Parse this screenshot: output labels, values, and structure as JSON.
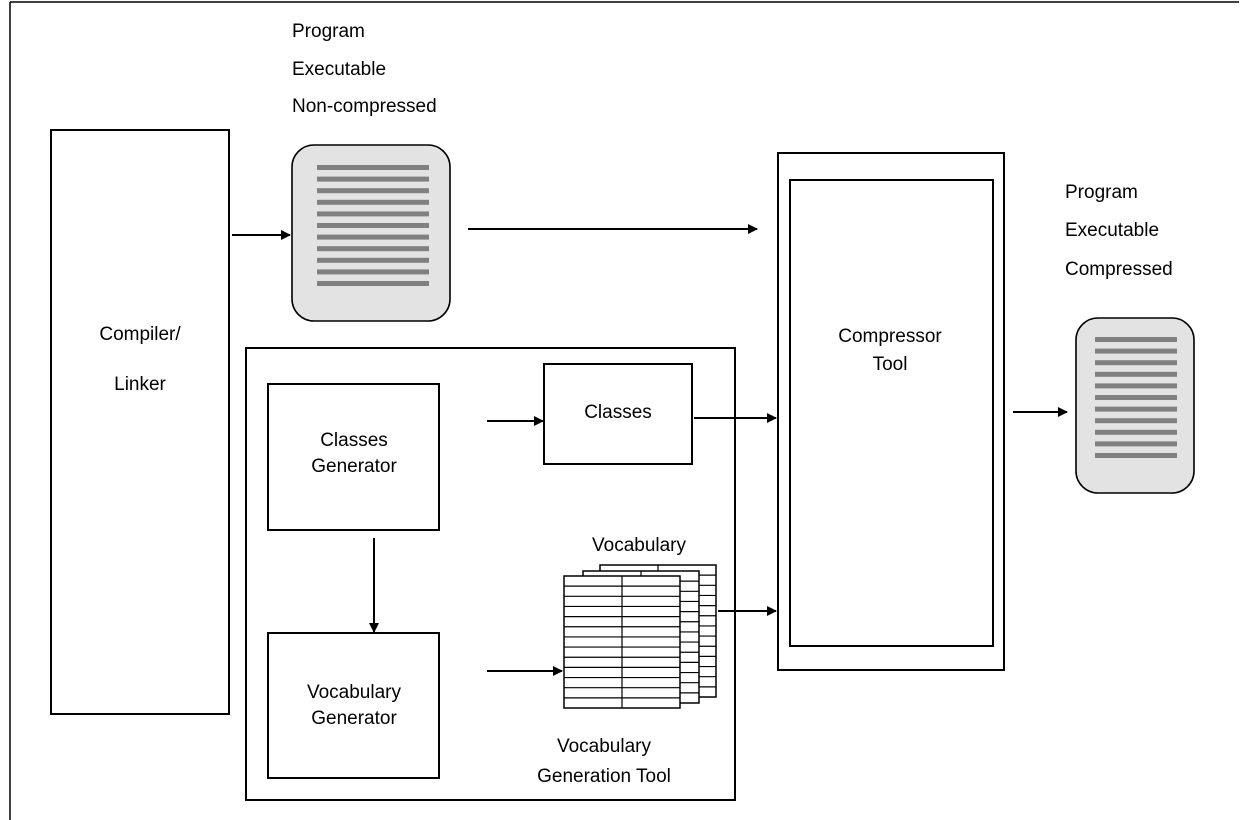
{
  "labels": {
    "input_program": [
      "Program",
      "Executable",
      "Non-compressed"
    ],
    "output_program": [
      "Program",
      "Executable",
      "Compressed"
    ],
    "compiler": [
      "Compiler/",
      "Linker"
    ],
    "compressor": [
      "Compressor",
      "Tool"
    ],
    "classes_generator": [
      "Classes",
      "Generator"
    ],
    "classes": "Classes",
    "vocabulary": "Vocabulary",
    "vocabulary_generator": [
      "Vocabulary",
      "Generator"
    ],
    "vocabulary_generation_tool": [
      "Vocabulary",
      "Generation Tool"
    ]
  },
  "colors": {
    "document_fill": "#e3e3e3",
    "document_lines": "#808080",
    "stroke": "#000000",
    "background": "#ffffff"
  }
}
